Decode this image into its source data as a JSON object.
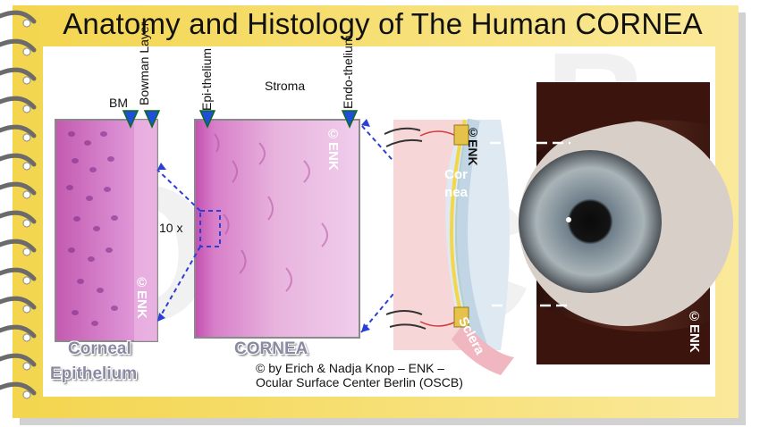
{
  "title": "Anatomy and Histology of The Human CORNEA",
  "labels": {
    "bm": "BM",
    "bowman_layer": "Bowman Layer",
    "epithelium_top": "Epi-thelium",
    "stroma": "Stroma",
    "endothelium": "Endo-thelium",
    "magnification": "10 x",
    "cornea_vertical": "Cornea",
    "sclera": "Sclera"
  },
  "captions": {
    "corneal": "Corneal",
    "epithelium": "Epithelium",
    "cornea": "CORNEA"
  },
  "copyright": {
    "line1": "© by Erich & Nadja Knop – ENK –",
    "line2": "Ocular Surface Center Berlin (OSCB)"
  },
  "watermark": "©ENK",
  "colors": {
    "paper": "#fdfbd0",
    "binding": "#f2d24a",
    "histology": "#d884c4",
    "marker": "#1f4fd9",
    "arrow": "#2b3fd6"
  }
}
